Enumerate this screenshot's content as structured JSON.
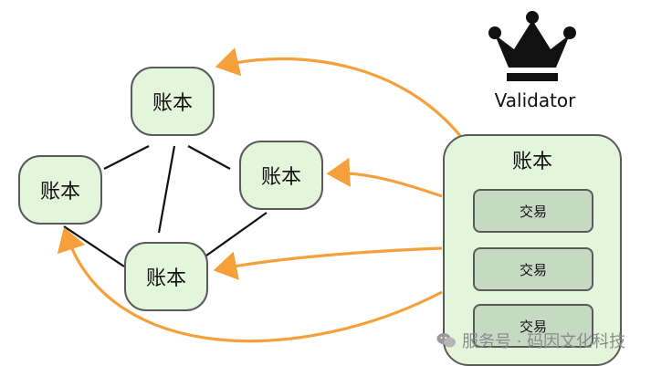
{
  "ledger_label": "账本",
  "validator": {
    "label": "Validator",
    "box_title": "账本",
    "transactions": [
      "交易",
      "交易",
      "交易"
    ]
  },
  "watermark": {
    "text": "服务号 · 码因文化科技"
  },
  "colors": {
    "node_fill": "#e3f6dc",
    "node_stroke": "#5a5a5a",
    "tx_fill": "#c6d9c3",
    "arrow": "#f5a03a",
    "crown": "#111111"
  },
  "icons": [
    "crown-icon",
    "wechat-icon"
  ]
}
